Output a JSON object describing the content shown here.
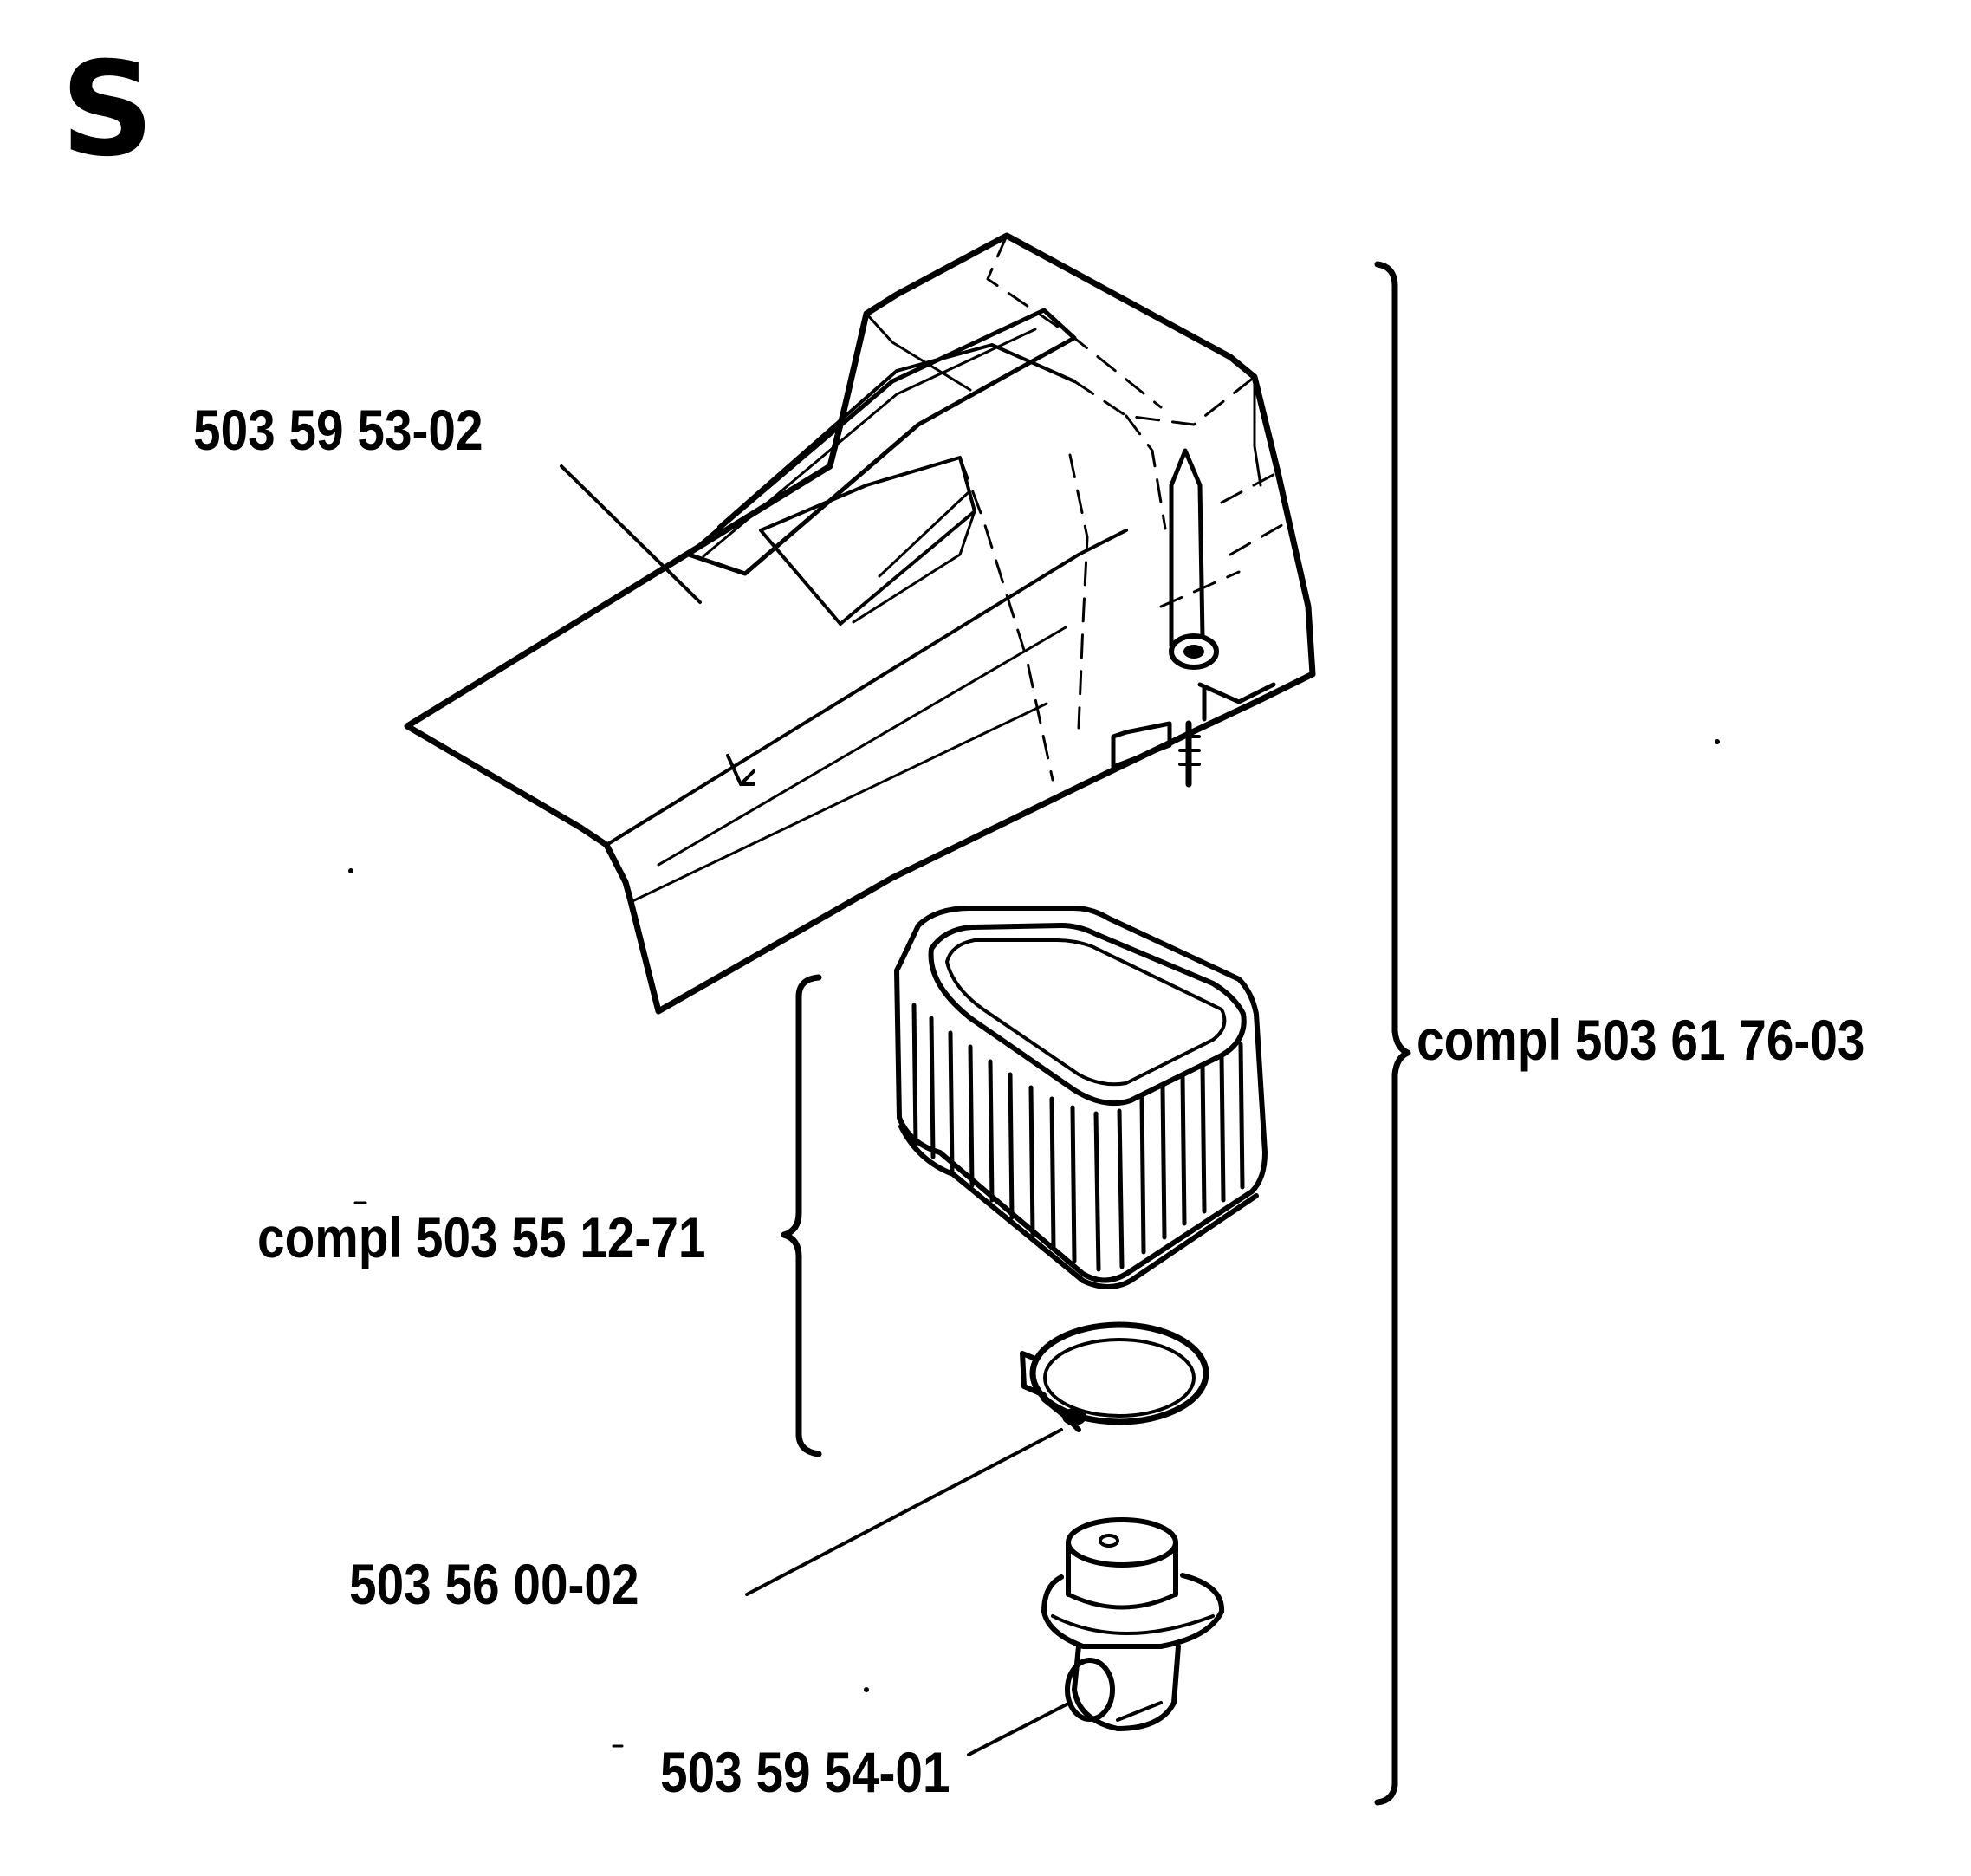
{
  "section": "S",
  "labels": {
    "cover": "503 59 53-02",
    "main_assembly": "compl 503 61 76-03",
    "filter_assembly": "compl 503 55 12-71",
    "clamp": "503 56 00-02",
    "adapter": "503 59 54-01"
  },
  "colors": {
    "ink": "#000000",
    "paper": "#ffffff"
  }
}
